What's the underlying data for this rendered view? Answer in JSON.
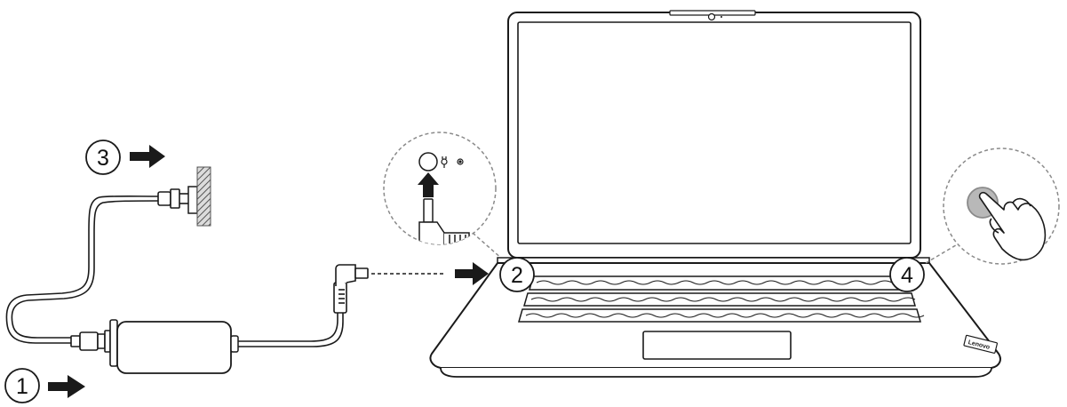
{
  "steps": [
    {
      "number": "1"
    },
    {
      "number": "2"
    },
    {
      "number": "3"
    },
    {
      "number": "4"
    }
  ],
  "brand_logo_text": "Lenovo",
  "colors": {
    "line": "#1a1a1a",
    "dashed_callout": "#8a8a8a",
    "power_button_fill": "#b8b8b8",
    "wall_hatch": "#555555",
    "background": "#ffffff"
  },
  "icons": [
    "power-plug-icon",
    "arrow-right-icon",
    "arrow-up-icon",
    "hand-pointer-icon",
    "wall-outlet-icon",
    "power-button-icon",
    "dc-in-symbol-icon",
    "led-indicator-icon"
  ]
}
